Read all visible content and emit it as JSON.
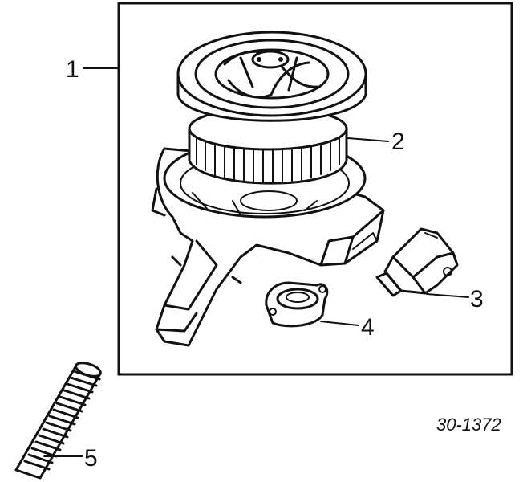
{
  "callouts": [
    {
      "id": "1",
      "label": "1"
    },
    {
      "id": "2",
      "label": "2"
    },
    {
      "id": "3",
      "label": "3"
    },
    {
      "id": "4",
      "label": "4"
    },
    {
      "id": "5",
      "label": "5"
    }
  ],
  "reference_code": "30-1372"
}
